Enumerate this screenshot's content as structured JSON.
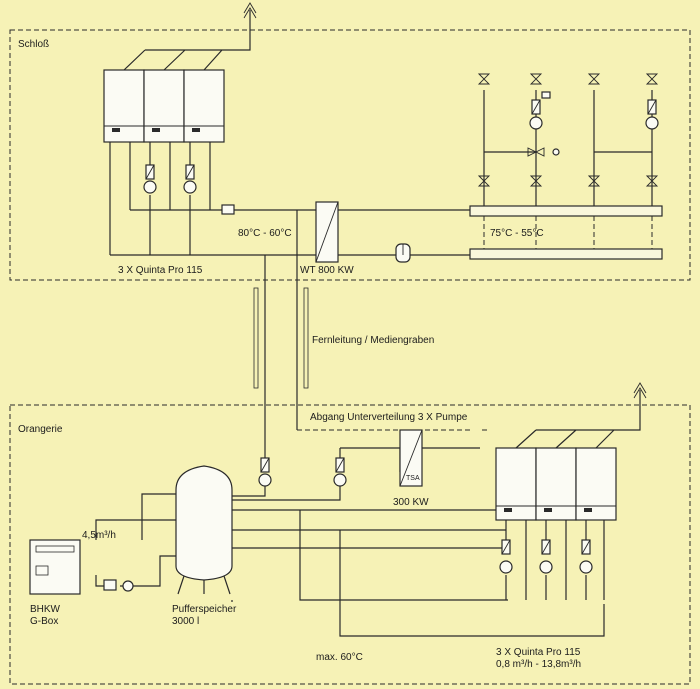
{
  "sections": {
    "upper": "Schloß",
    "lower": "Orangerie"
  },
  "labels": {
    "boilers_top": "3 X Quinta Pro 115",
    "temp_supply": "80°C - 60°C",
    "temp_distribution": "75°C - 55°C",
    "heat_exchanger": "WT 800 KW",
    "district_line": "Fernleitung / Mediengraben",
    "subdistribution": "Abgang Unterverteilung 3 X Pumpe",
    "exchanger_300": "300 KW",
    "tsa": "TSA",
    "flow_chp": "4,5m³/h",
    "chp_line1": "BHKW",
    "chp_line2": "G-Box",
    "buffer_line1": "Pufferspeicher",
    "buffer_line2": "3000 l",
    "max_temp": "max. 60°C",
    "boilers_bottom_line1": "3 X Quinta Pro 115",
    "boilers_bottom_line2": "0,8 m³/h - 13,8m³/h"
  },
  "colors": {
    "background": "#f6f2b6",
    "lines": "#2a2a2a"
  }
}
